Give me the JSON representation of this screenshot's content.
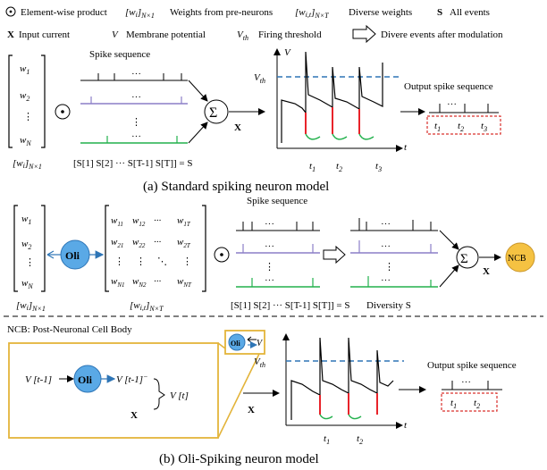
{
  "legend": {
    "elementwise": "Element-wise product",
    "wi_label": "[w",
    "wi_sub": "i",
    "wi_tail": "]",
    "wi_dim": "N×1",
    "wi_desc": "Weights from pre-neurons",
    "wit_label": "[w",
    "wit_sub": "i,t",
    "wit_tail": "]",
    "wit_dim": "N×T",
    "wit_desc": "Diverse weights",
    "s_sym": "S",
    "s_desc": "All events",
    "x_sym": "X",
    "x_desc": "Input current",
    "v_sym": "V",
    "v_desc": "Membrane potential",
    "vth_sym": "V",
    "vth_sub": "th",
    "vth_desc": "Firing threshold",
    "arrow_desc": "Divere events after modulation"
  },
  "panel_a": {
    "caption": "(a) Standard spiking neuron model",
    "weights": [
      "w",
      "w",
      "w"
    ],
    "weight_subs": [
      "1",
      "2",
      "N"
    ],
    "weight_dim": "[w",
    "weight_dim_sub": "i",
    "weight_dim_tail": "]",
    "weight_dim_size": "N×1",
    "spike_title": "Spike sequence",
    "seq_label": "[S[1]  S[2] ··· S[T-1] S[T]] = S",
    "sum_out": "X",
    "axis_v": "V",
    "axis_t": "t",
    "vth": "V",
    "vth_sub": "th",
    "ticks": [
      "t",
      "t",
      "t"
    ],
    "tick_subs": [
      "1",
      "2",
      "3"
    ],
    "out_title": "Output spike sequence",
    "out_times": [
      "t",
      "t",
      "t"
    ],
    "out_subs": [
      "1",
      "2",
      "3"
    ]
  },
  "panel_b": {
    "caption": "(b) Oli-Spiking neuron model",
    "weights": [
      "w",
      "w",
      "w"
    ],
    "weight_subs": [
      "1",
      "2",
      "N"
    ],
    "weight_dim": "[w",
    "weight_dim_sub": "i",
    "weight_dim_tail": "]",
    "weight_dim_size": "N×1",
    "oli": "Oli",
    "matrix_rows": [
      [
        "w",
        "w",
        "···",
        "w"
      ],
      [
        "w",
        "w",
        "···",
        "w"
      ],
      [
        "w",
        "w",
        "···",
        "w"
      ]
    ],
    "matrix_subs": [
      [
        "11",
        "12",
        "",
        "1T"
      ],
      [
        "21",
        "22",
        "",
        "2T"
      ],
      [
        "N1",
        "N2",
        "",
        "NT"
      ]
    ],
    "matrix_dim": "[w",
    "matrix_dim_sub": "i,t",
    "matrix_dim_tail": "]",
    "matrix_dim_size": "N×T",
    "spike_title": "Spike sequence",
    "seq_label": "[S[1]  S[2] ··· S[T-1] S[T]] = S",
    "diversity": "Diversity S",
    "sum_out": "X",
    "ncb": "NCB",
    "ncb_note": "NCB: Post-Neuronal Cell Body",
    "inset_in": "V [t-1]",
    "inset_out": "V [t-1]",
    "inset_out_sup": "−",
    "inset_vt": "V [t]",
    "inset_x": "X",
    "mini_oli": "Oli",
    "mini_v": "V",
    "axis_t": "t",
    "vth": "V",
    "vth_sub": "th",
    "x_in": "X",
    "ticks": [
      "t",
      "t"
    ],
    "tick_subs": [
      "1",
      "2"
    ],
    "out_title": "Output spike sequence",
    "out_times": [
      "t",
      "t"
    ],
    "out_subs": [
      "1",
      "2"
    ]
  },
  "colors": {
    "black_seq": "#000000",
    "purple_seq": "#8b7fc7",
    "green_seq": "#22b14c",
    "red_spike": "#e8232a",
    "threshold": "#2e75b6",
    "oli_fill": "#5aa9e6",
    "ncb_fill": "#f5c242",
    "inset_border": "#e3b43a",
    "weight_blue": "#4472c4",
    "weight_gray": "#7f7f7f",
    "weight_green": "#70ad47",
    "out_box": "#d9302c"
  }
}
